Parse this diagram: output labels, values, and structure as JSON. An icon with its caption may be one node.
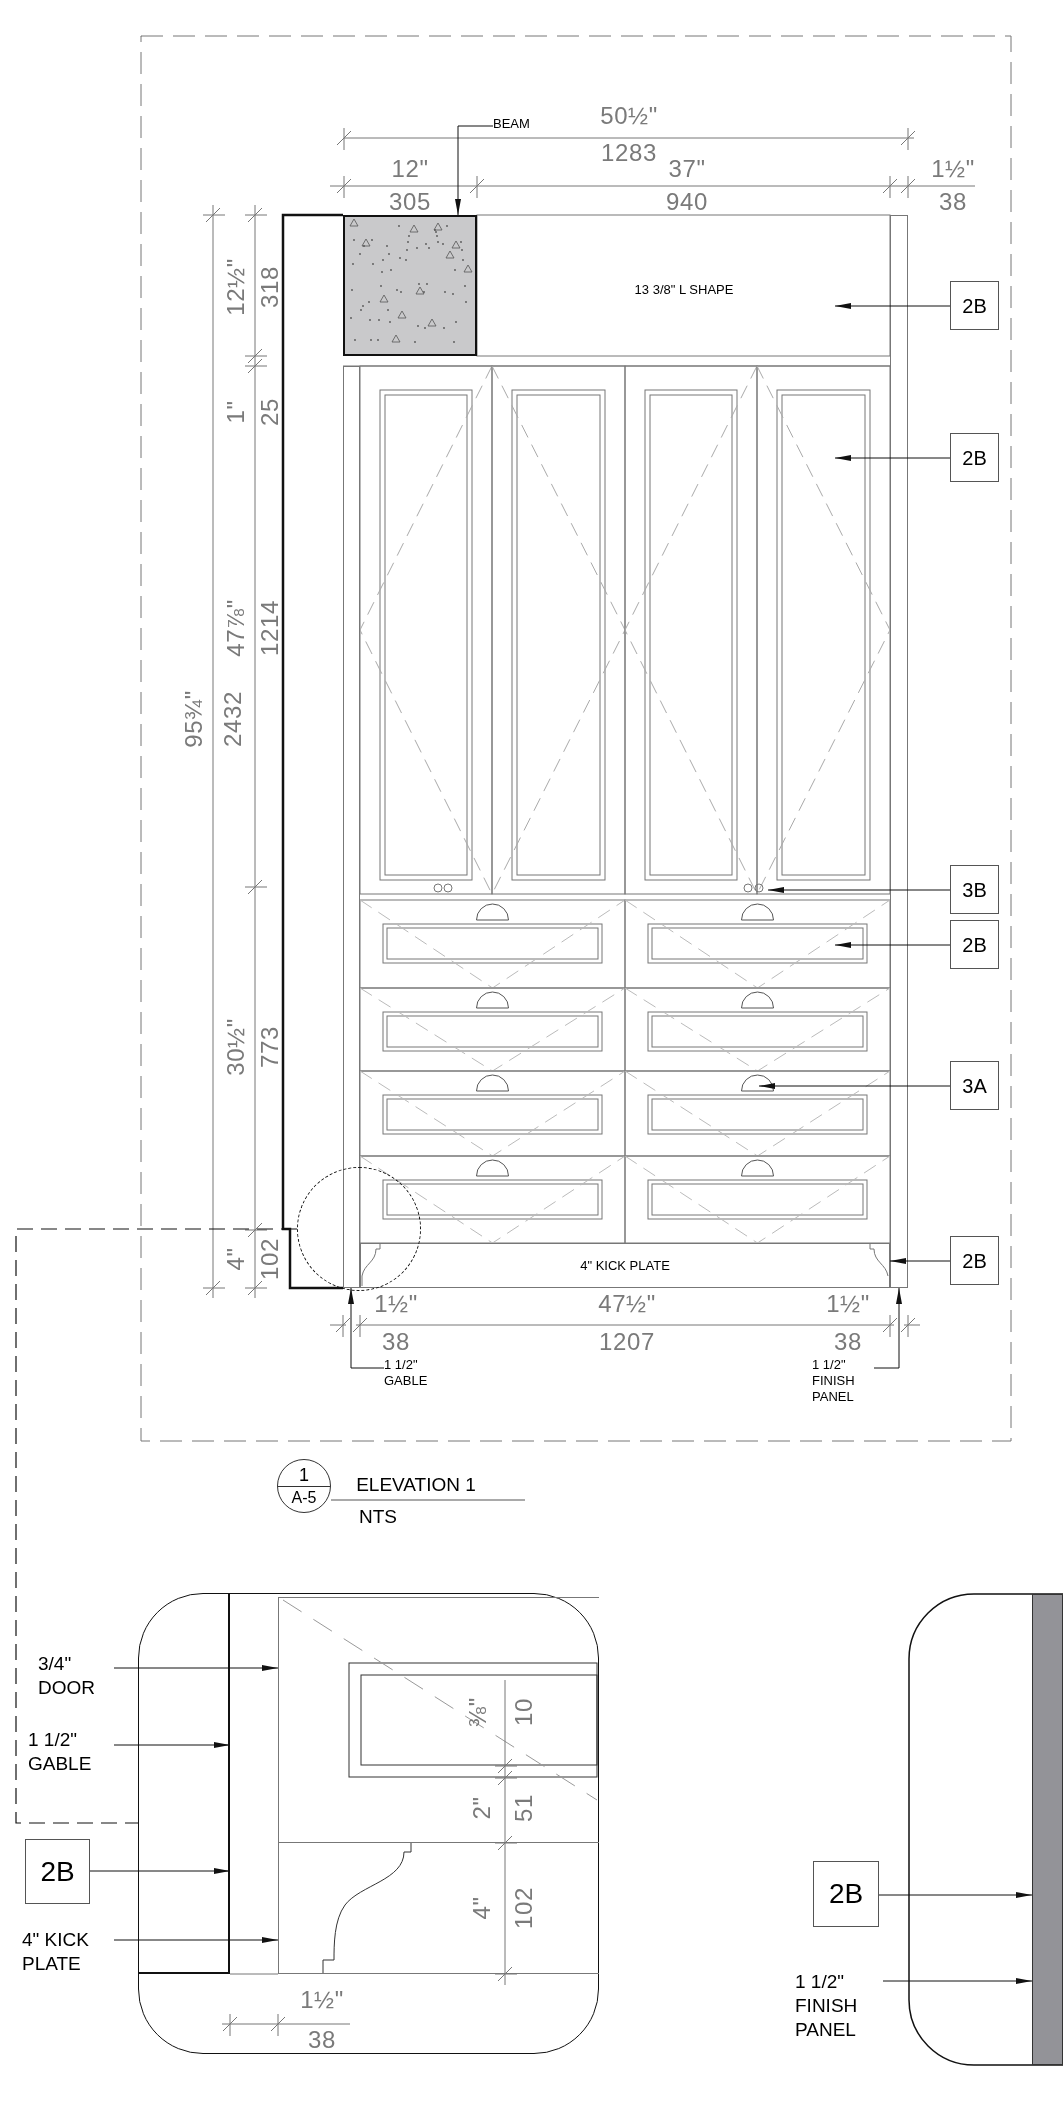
{
  "diagram": {
    "nodes": [
      {
        "text": [
          "BEAM"
        ]
      },
      {
        "text": [
          "2B"
        ]
      },
      {
        "text": [
          "2B"
        ]
      },
      {
        "text": [
          "3B"
        ]
      },
      {
        "text": [
          "2B"
        ]
      },
      {
        "text": [
          "3A"
        ]
      },
      {
        "text": [
          "2B"
        ]
      },
      {
        "text": [
          "1 1/2\" GABLE"
        ]
      },
      {
        "text": [
          "1 1/2\" FINISH PANEL"
        ]
      },
      {
        "text": [
          "1",
          "A-5"
        ]
      },
      {
        "text": [
          "3/4\" DOOR"
        ]
      },
      {
        "text": [
          "1 1/2\" GABLE"
        ]
      },
      {
        "text": [
          "2B"
        ]
      },
      {
        "text": [
          "4\" KICK PLATE"
        ]
      },
      {
        "text": [
          "2B"
        ]
      },
      {
        "text": [
          "1 1/2\" FINISH PANEL"
        ]
      },
      {
        "text": [],
        "shape": "box"
      },
      {
        "text": [],
        "shape": "box"
      },
      {
        "text": [
          "4\" KICK PLATE"
        ]
      },
      {
        "text": [],
        "shape": "box"
      },
      {
        "text": [],
        "shape": "circle"
      },
      {
        "text": [],
        "shape": "box"
      },
      {
        "text": [],
        "shape": "box"
      },
      {
        "text": [],
        "shape": "box",
        "in": 21
      },
      {
        "text": [],
        "shape": "box",
        "in": 21
      },
      {
        "text": [],
        "shape": "box",
        "in": 21
      }
    ],
    "edges": [
      {
        "from": 0,
        "to": 16,
        "arrow": "to"
      },
      {
        "from": 1,
        "to": null,
        "arrow": "to"
      },
      {
        "from": 2,
        "to": null,
        "arrow": "to"
      },
      {
        "from": 3,
        "to": null,
        "arrow": "to"
      },
      {
        "from": 4,
        "to": null,
        "arrow": "to"
      },
      {
        "from": 5,
        "to": null,
        "arrow": "to"
      },
      {
        "from": 6,
        "to": 18,
        "arrow": "to"
      },
      {
        "from": 7,
        "to": 17,
        "arrow": "to"
      },
      {
        "from": 8,
        "to": 19,
        "arrow": "to"
      },
      {
        "from": 10,
        "to": 24,
        "arrow": "to"
      },
      {
        "from": 11,
        "to": 23,
        "arrow": "to"
      },
      {
        "from": 12,
        "to": 23,
        "arrow": "to"
      },
      {
        "from": 13,
        "to": 25,
        "arrow": "to"
      },
      {
        "from": 14,
        "to": 22,
        "arrow": "to"
      },
      {
        "from": 15,
        "to": 22,
        "arrow": "to"
      },
      {
        "from": 20,
        "to": 21,
        "arrow": "none",
        "style": "dashed"
      }
    ],
    "labels": [
      "50½\"",
      "1283",
      "12\"",
      "305",
      "37\"",
      "940",
      "1½\"",
      "38",
      "13 3/8\" L SHAPE",
      "95¾\"",
      "2432",
      "12½\"",
      "318",
      "1\"",
      "25",
      "47⅞\"",
      "1214",
      "30½\"",
      "773",
      "4\"",
      "102",
      "1½\"",
      "47½\"",
      "1½\"",
      "38",
      "1207",
      "38",
      "ELEVATION 1",
      "NTS",
      "⅜\"",
      "10",
      "2\"",
      "51",
      "4\"",
      "102",
      "1½\"",
      "38"
    ]
  }
}
